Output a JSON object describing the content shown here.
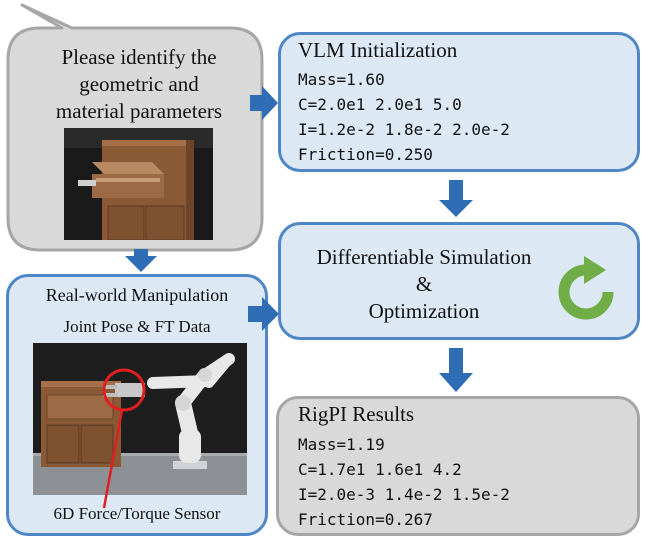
{
  "prompt_bubble": {
    "text_lines": [
      "Please identify the",
      "geometric and",
      "material parameters"
    ]
  },
  "vlm_init": {
    "title": "VLM Initialization",
    "lines": [
      "Mass=1.60",
      "C=2.0e1 2.0e1 5.0",
      "I=1.2e-2 1.8e-2 2.0e-2",
      "Friction=0.250"
    ]
  },
  "diff_sim": {
    "lines": [
      "Differentiable Simulation",
      "&",
      "Optimization"
    ]
  },
  "real_world": {
    "title": "Real-world Manipulation",
    "subtitle": "Joint Pose & FT Data",
    "sensor_label": "6D Force/Torque Sensor"
  },
  "results": {
    "title": "RigPI Results",
    "lines": [
      "Mass=1.19",
      "C=1.7e1 1.6e1 4.2",
      "I=2.0e-3 1.4e-2 1.5e-2",
      "Friction=0.267"
    ]
  },
  "colors": {
    "arrow": "#2f6db5",
    "blue_border": "#4f86c6",
    "blue_fill": "#dde8f5",
    "gray_border": "#a6a6a6",
    "gray_fill": "#d9d9d9",
    "refresh_icon": "#70ad47",
    "sensor_marker": "#e02020"
  },
  "icons": [
    "refresh-cycle-icon"
  ]
}
